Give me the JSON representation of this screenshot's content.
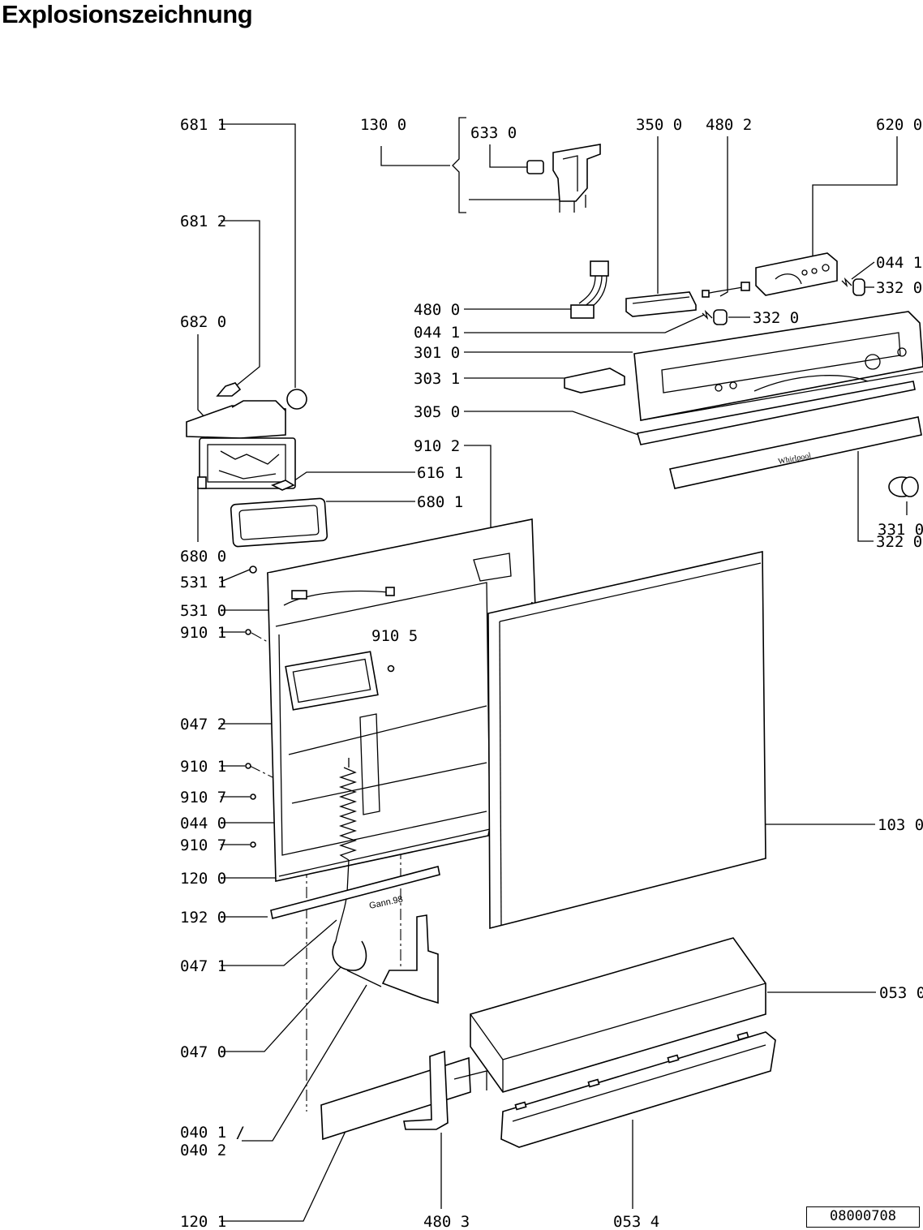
{
  "title": "Explosionszeichnung",
  "document_code": "08000708",
  "door_marking": "Gann.98",
  "brand_mark": "Whirlpool",
  "callouts": [
    {
      "id": "c6811",
      "text": "681 1"
    },
    {
      "id": "c6812",
      "text": "681 2"
    },
    {
      "id": "c6820",
      "text": "682 0"
    },
    {
      "id": "c1300",
      "text": "130 0"
    },
    {
      "id": "c6330",
      "text": "633 0"
    },
    {
      "id": "c3500",
      "text": "350 0"
    },
    {
      "id": "c4802",
      "text": "480 2"
    },
    {
      "id": "c6200",
      "text": "620 0"
    },
    {
      "id": "c0441a",
      "text": "044 1"
    },
    {
      "id": "c3320a",
      "text": "332 0"
    },
    {
      "id": "c4800",
      "text": "480 0"
    },
    {
      "id": "c0441b",
      "text": "044 1"
    },
    {
      "id": "c3320b",
      "text": "332 0"
    },
    {
      "id": "c3010",
      "text": "301 0"
    },
    {
      "id": "c3031",
      "text": "303 1"
    },
    {
      "id": "c3050",
      "text": "305 0"
    },
    {
      "id": "c9102",
      "text": "910 2"
    },
    {
      "id": "c6161",
      "text": "616 1"
    },
    {
      "id": "c6801",
      "text": "680 1"
    },
    {
      "id": "c3310",
      "text": "331 0"
    },
    {
      "id": "c6800",
      "text": "680 0"
    },
    {
      "id": "c3220",
      "text": "322 0"
    },
    {
      "id": "c5311",
      "text": "531 1"
    },
    {
      "id": "c5310",
      "text": "531 0"
    },
    {
      "id": "c9101a",
      "text": "910 1"
    },
    {
      "id": "c9105",
      "text": "910 5"
    },
    {
      "id": "c0472",
      "text": "047 2"
    },
    {
      "id": "c9101b",
      "text": "910 1"
    },
    {
      "id": "c9107a",
      "text": "910 7"
    },
    {
      "id": "c0440",
      "text": "044 0"
    },
    {
      "id": "c1030",
      "text": "103 0"
    },
    {
      "id": "c9107b",
      "text": "910 7"
    },
    {
      "id": "c1200",
      "text": "120 0"
    },
    {
      "id": "c1920",
      "text": "192 0"
    },
    {
      "id": "c0471",
      "text": "047 1"
    },
    {
      "id": "c0530",
      "text": "053 0"
    },
    {
      "id": "c0470",
      "text": "047 0"
    },
    {
      "id": "c0401",
      "text": "040 1 /"
    },
    {
      "id": "c0402",
      "text": "040 2"
    },
    {
      "id": "c1201",
      "text": "120 1"
    },
    {
      "id": "c4803",
      "text": "480 3"
    },
    {
      "id": "c0534",
      "text": "053 4"
    }
  ]
}
